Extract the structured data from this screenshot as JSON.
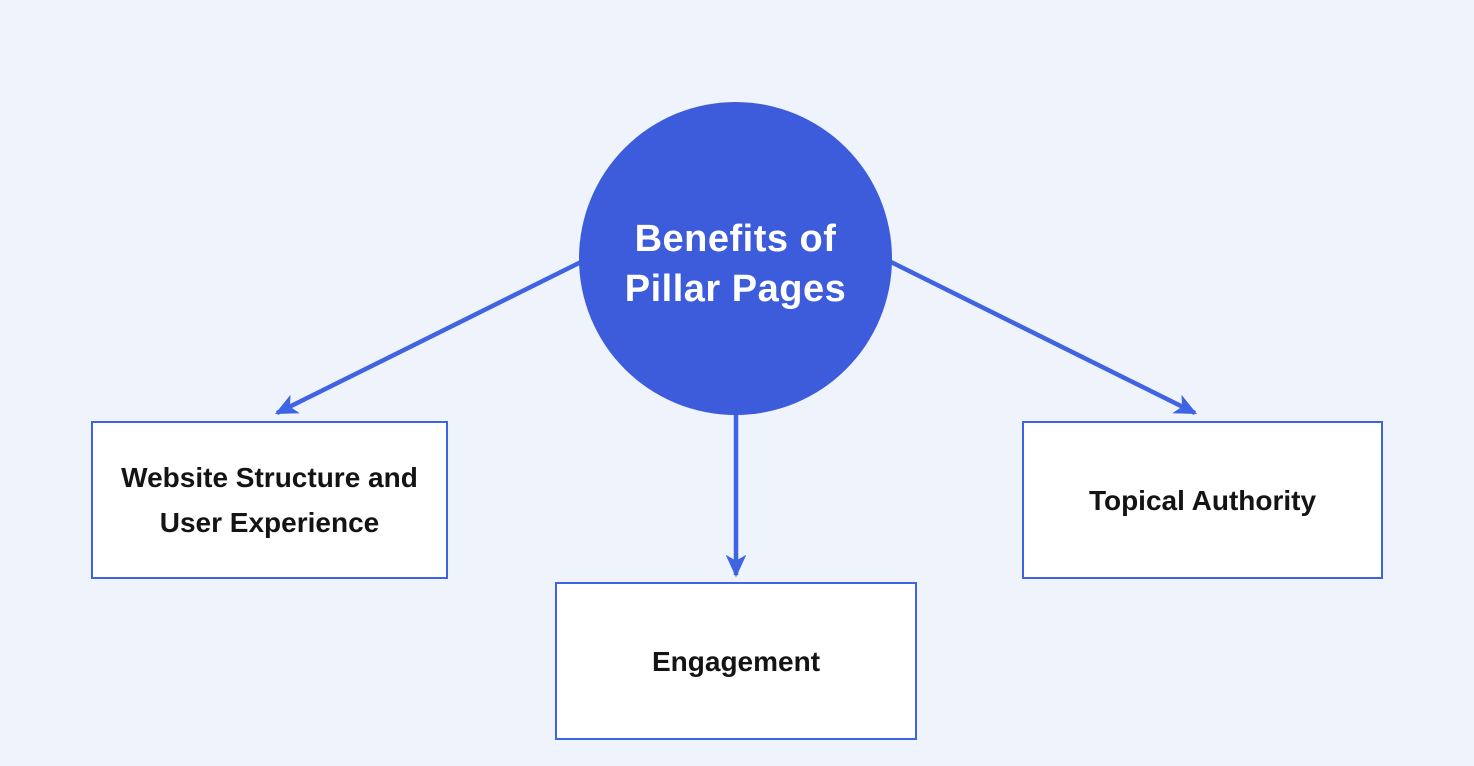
{
  "diagram": {
    "title": "Benefits of Pillar Pages",
    "colors": {
      "background": "#EFF3FC",
      "node_fill": "#3D5CDB",
      "node_text": "#FFFFFF",
      "accent": "#3E64E4",
      "box_fill": "#FFFFFF",
      "box_text": "#141414"
    },
    "center_node": {
      "lines": [
        "Benefits of",
        "Pillar Pages"
      ]
    },
    "nodes": [
      {
        "id": "website-structure",
        "label": "Website Structure and User Experience"
      },
      {
        "id": "engagement",
        "label": "Engagement"
      },
      {
        "id": "topical-authority",
        "label": "Topical Authority"
      }
    ]
  }
}
